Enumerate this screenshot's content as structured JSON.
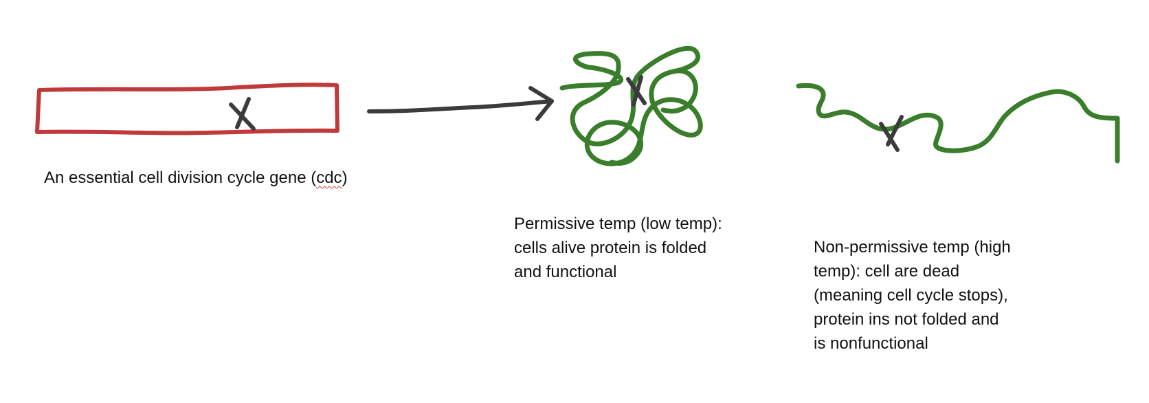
{
  "gene": {
    "label_prefix": "An essential cell division cycle gene (",
    "label_abbrev": "cdc",
    "label_suffix": ")",
    "mutation_mark": "X"
  },
  "permissive": {
    "label": "Permissive temp (low temp):\ncells alive protein is folded\nand functional"
  },
  "nonpermissive": {
    "label": "Non-permissive temp (high\ntemp): cell are dead\n(meaning cell cycle stops),\nprotein ins not folded and\nis nonfunctional"
  },
  "colors": {
    "gene_box": "#c0393b",
    "protein": "#3a7d2b",
    "mark": "#3b3b3d",
    "spellcheck": "#d9332f"
  }
}
